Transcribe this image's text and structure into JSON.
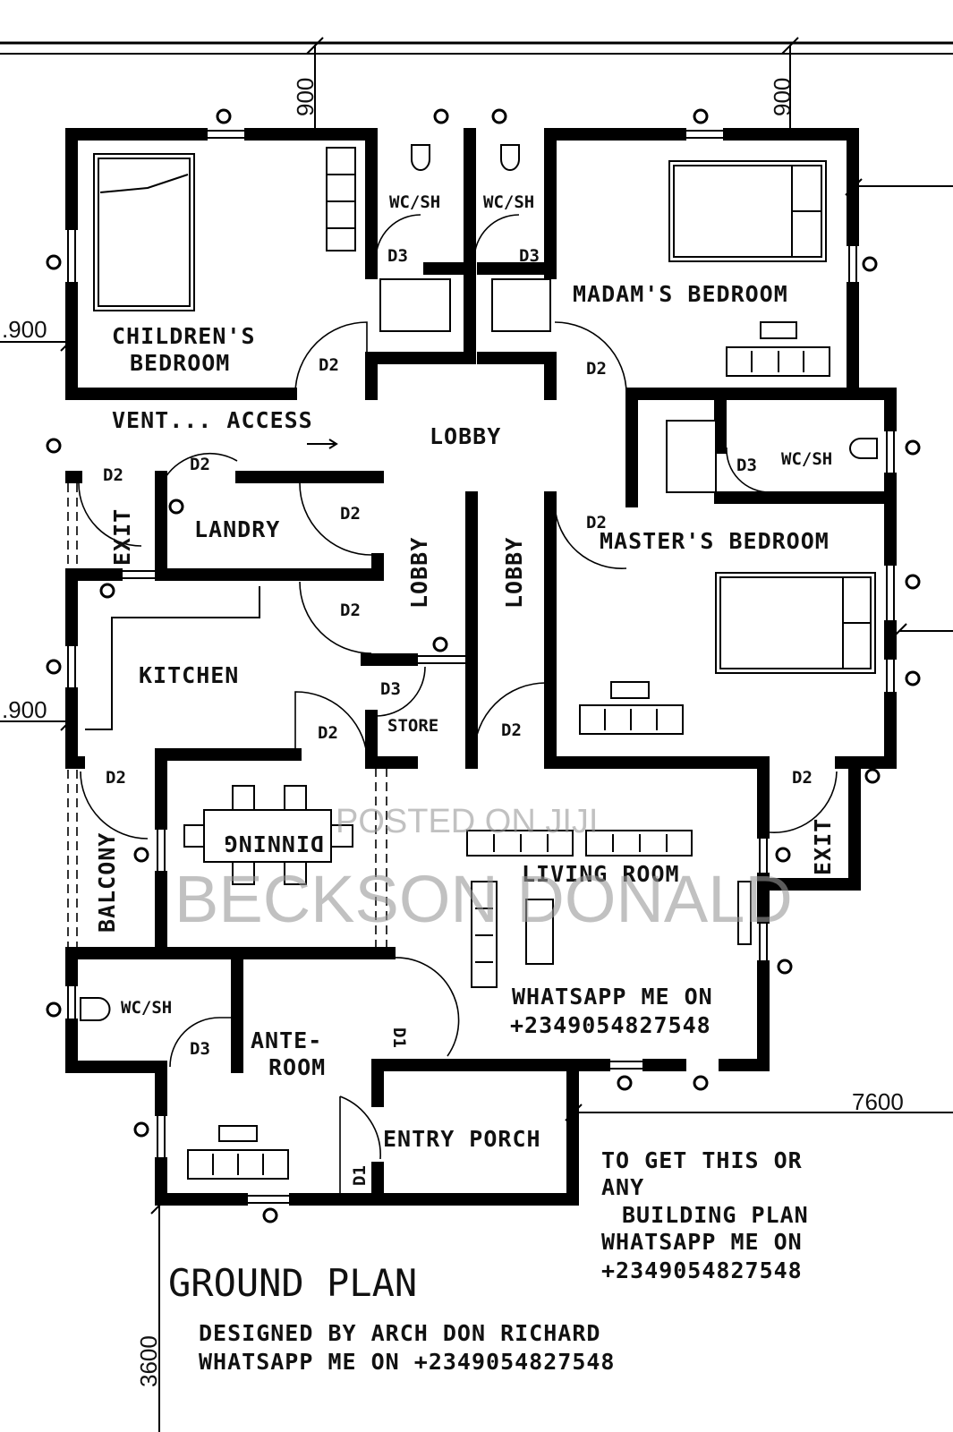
{
  "rooms": {
    "childrens_bedroom_l1": "CHILDREN'S",
    "childrens_bedroom_l2": "BEDROOM",
    "wc1": "WC/SH",
    "wc2": "WC/SH",
    "madams_bedroom": "MADAM'S BEDROOM",
    "vent_access": "VENT... ACCESS",
    "lobby_main": "LOBBY",
    "lobby_v1": "LOBBY",
    "lobby_v2": "LOBBY",
    "wc3": "WC/SH",
    "masters_bedroom": "MASTER'S BEDROOM",
    "exit_left": "EXIT",
    "landry": "LANDRY",
    "kitchen": "KITCHEN",
    "store": "STORE",
    "balcony": "BALCONY",
    "dinning": "DINNING",
    "living_room": "LIVING ROOM",
    "exit_right": "EXIT",
    "wc4": "WC/SH",
    "ante_room_l1": "ANTE-",
    "ante_room_l2": "ROOM",
    "entry_porch": "ENTRY PORCH"
  },
  "doors": {
    "d3_a": "D3",
    "d3_b": "D3",
    "d2_child": "D2",
    "d2_madam": "D2",
    "d3_master": "D3",
    "d2_exit_l": "D2",
    "d2_landry_top": "D2",
    "d2_landry_r": "D2",
    "d2_master": "D2",
    "d2_kitchen_r": "D2",
    "d3_store": "D3",
    "d2_kitchen_b": "D2",
    "d2_lobby_b": "D2",
    "d2_balcony": "D2",
    "d2_exit_r": "D2",
    "d3_wc4": "D3",
    "d1_living": "D1",
    "d1_ante": "D1"
  },
  "dimensions": {
    "top_left_900": "900",
    "top_right_900": "900",
    "left_upper_900": ".900",
    "left_lower_900": ".900",
    "right_7600": "7600",
    "bottom_3600": "3600"
  },
  "notes": {
    "whatsapp_l1": "WHATSAPP ME ON",
    "whatsapp_l2": "+2349054827548",
    "promo_l1": "TO GET THIS OR",
    "promo_l2": "ANY",
    "promo_l3": "BUILDING PLAN",
    "promo_l4": "WHATSAPP ME ON",
    "promo_l5": "+2349054827548",
    "title": "GROUND PLAN",
    "designer_l1": "DESIGNED BY ARCH DON RICHARD",
    "designer_l2": "WHATSAPP ME ON +2349054827548"
  },
  "watermark": {
    "posted": "POSTED ON JIJI",
    "name": "BECKSON DONALD"
  }
}
